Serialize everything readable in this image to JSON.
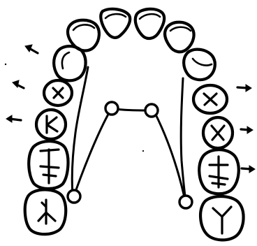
{
  "diagram": {
    "type": "dental-arch-sketch",
    "teeth": [
      {
        "id": "left-central-incisor",
        "marking": "incisal-curve"
      },
      {
        "id": "right-central-incisor",
        "marking": "incisal-curve"
      },
      {
        "id": "left-lateral-incisor",
        "marking": "incisal-curve"
      },
      {
        "id": "right-lateral-incisor",
        "marking": "incisal-curve"
      },
      {
        "id": "left-canine",
        "marking": "incisal-curve"
      },
      {
        "id": "right-canine",
        "marking": "incisal-curve"
      },
      {
        "id": "left-first-premolar",
        "marking": "fissure-x"
      },
      {
        "id": "left-second-premolar",
        "marking": "fissure-k"
      },
      {
        "id": "left-first-molar",
        "marking": "fissure-h"
      },
      {
        "id": "left-second-molar",
        "marking": "fissure-y"
      },
      {
        "id": "right-first-premolar",
        "marking": "fissure-x"
      },
      {
        "id": "right-second-premolar",
        "marking": "fissure-x"
      },
      {
        "id": "right-first-molar",
        "marking": "fissure-h"
      },
      {
        "id": "right-second-molar",
        "marking": "fissure-y"
      }
    ],
    "appliance": {
      "bands": [
        "left-molar-band",
        "right-molar-band"
      ],
      "anterior_loops": 2
    },
    "arrows": [
      {
        "side": "left",
        "direction": "outward",
        "count": 3
      },
      {
        "side": "right",
        "direction": "outward",
        "count": 3
      }
    ]
  }
}
